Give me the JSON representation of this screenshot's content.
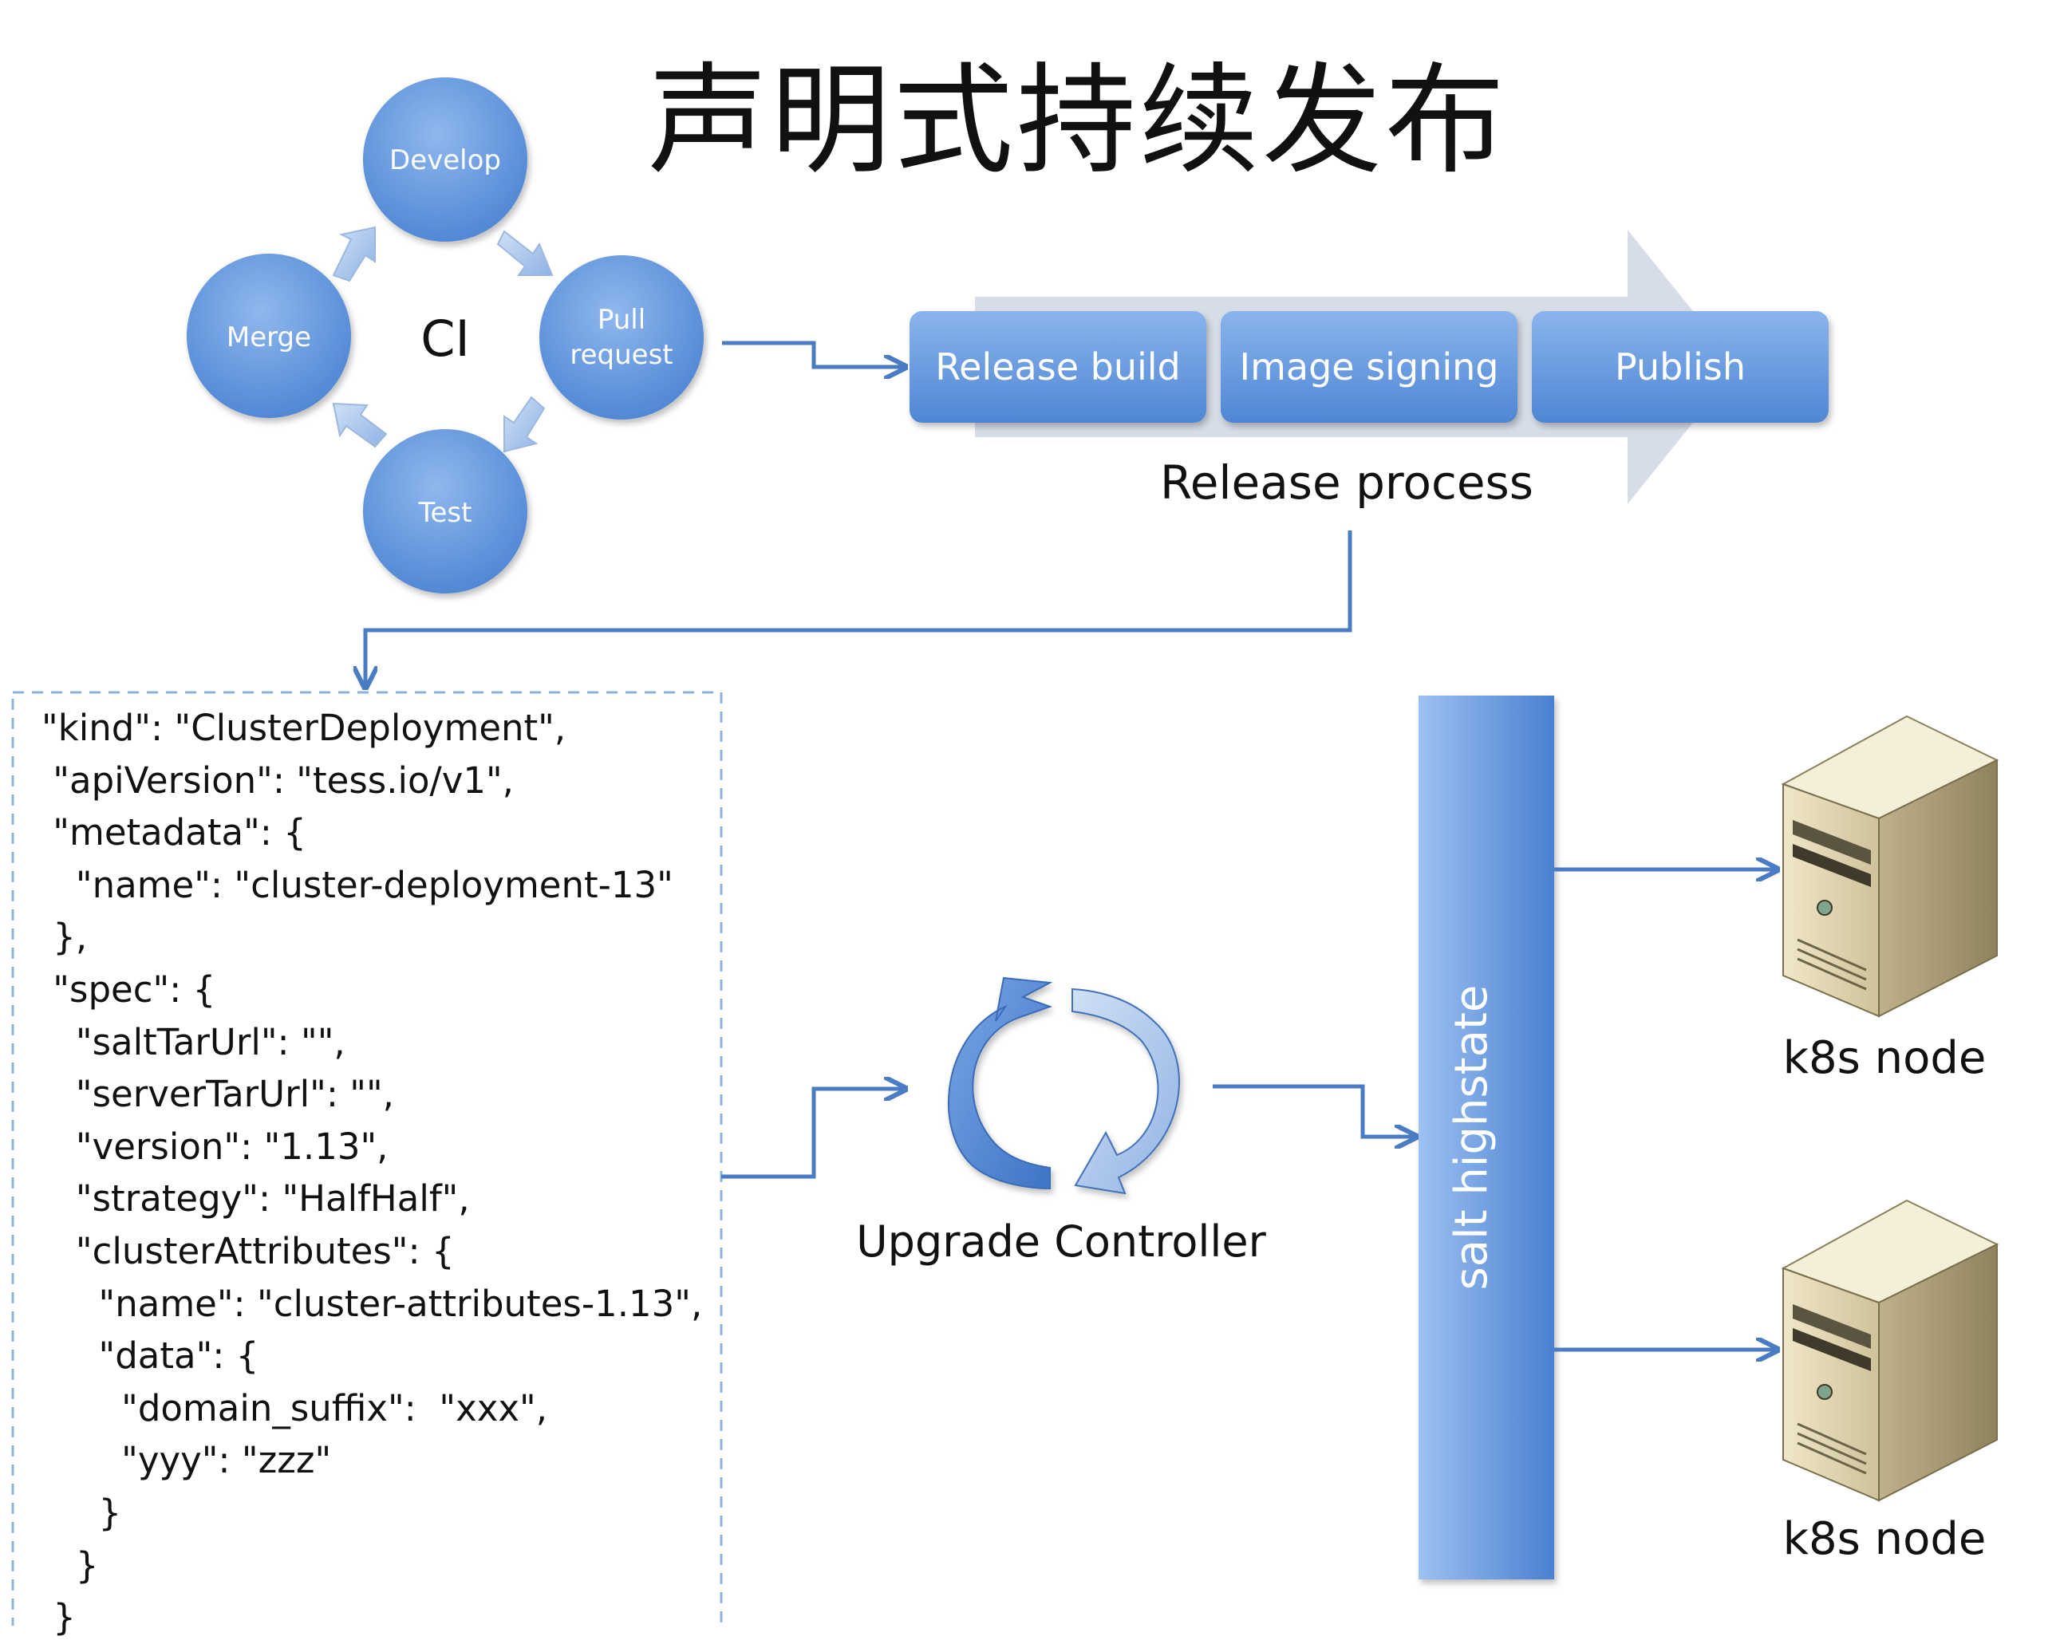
{
  "title": "声明式持续发布",
  "ci": {
    "center_label": "CI",
    "nodes": {
      "develop": "Develop",
      "pull_request_line1": "Pull",
      "pull_request_line2": "request",
      "test": "Test",
      "merge": "Merge"
    }
  },
  "release": {
    "steps": [
      "Release build",
      "Image signing",
      "Publish"
    ],
    "label": "Release process"
  },
  "manifest_lines": [
    "\"kind\": \"ClusterDeployment\",",
    " \"apiVersion\": \"tess.io/v1\",",
    " \"metadata\": {",
    "   \"name\": \"cluster-deployment-13\"",
    " },",
    " \"spec\": {",
    "   \"saltTarUrl\": \"\",",
    "   \"serverTarUrl\": \"\",",
    "   \"version\": \"1.13\",",
    "   \"strategy\": \"HalfHalf\",",
    "   \"clusterAttributes\": {",
    "     \"name\": \"cluster-attributes-1.13\",",
    "     \"data\": {",
    "       \"domain_suffix\":  \"xxx\",",
    "       \"yyy\": \"zzz\"",
    "     }",
    "   }",
    " }"
  ],
  "controller_label": "Upgrade Controller",
  "salt_label": "salt highstate",
  "nodes": [
    "k8s node",
    "k8s node"
  ],
  "colors": {
    "circle": "#5a8fd8",
    "circle_light": "#8fb8ee",
    "line": "#4a7cc4",
    "big_arrow": "#d7dde8",
    "dashed": "#8fb0d8"
  }
}
